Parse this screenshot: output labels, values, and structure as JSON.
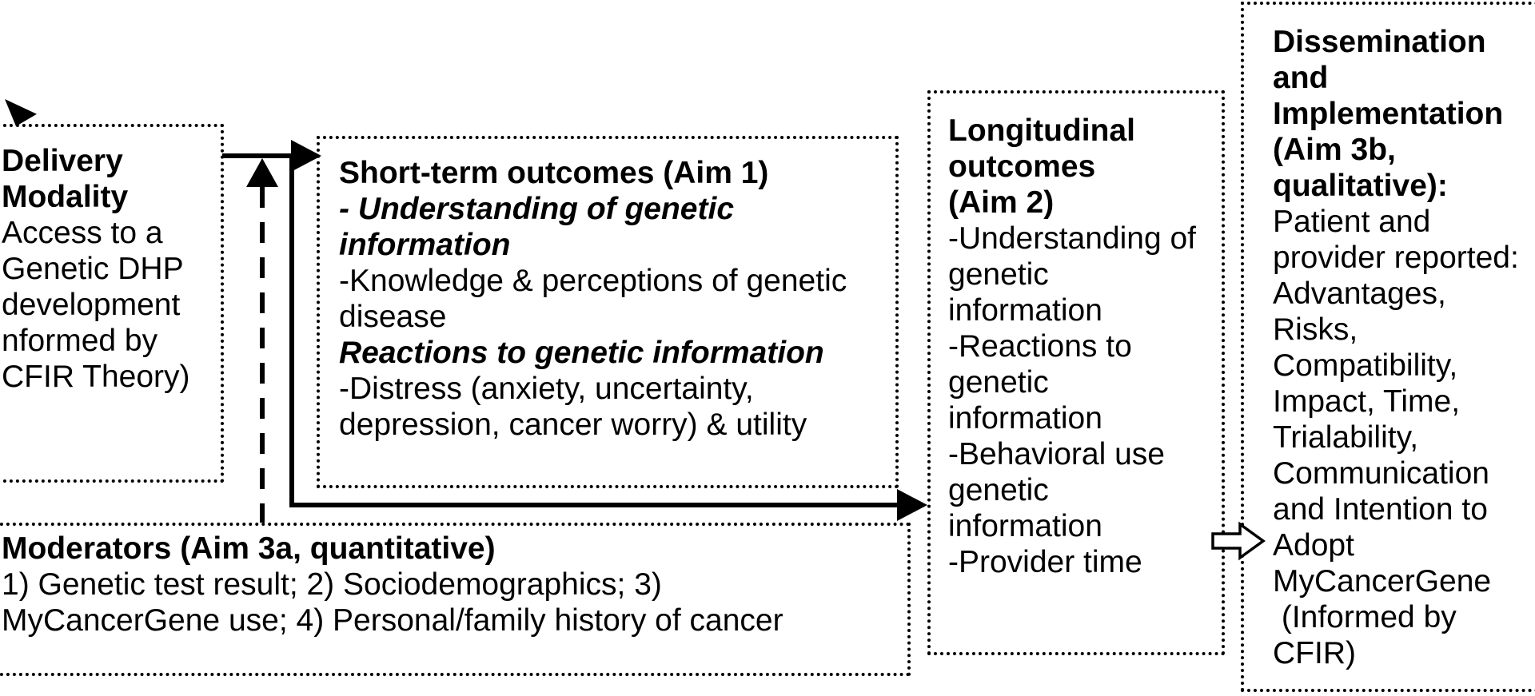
{
  "colors": {
    "ink": "#000000",
    "paper": "#ffffff"
  },
  "boxes": {
    "delivery": {
      "title": "Delivery Modality",
      "lines": [
        {
          "t": "Delivery",
          "s": "b"
        },
        {
          "t": "Modality",
          "s": "b"
        },
        {
          "t": "Access to a",
          "s": "r"
        },
        {
          "t": "Genetic DHP",
          "s": "r"
        },
        {
          "t": "development",
          "s": "r"
        },
        {
          "t": "nformed by",
          "s": "r"
        },
        {
          "t": "CFIR Theory)",
          "s": "r"
        }
      ]
    },
    "short_term": {
      "title": "Short-term outcomes (Aim 1)",
      "lines": [
        {
          "t": "Short-term outcomes (Aim 1)",
          "s": "b"
        },
        {
          "t": "- Understanding of genetic",
          "s": "bi"
        },
        {
          "t": "information",
          "s": "bi"
        },
        {
          "t": "-Knowledge & perceptions of genetic",
          "s": "r"
        },
        {
          "t": "disease",
          "s": "r"
        },
        {
          "t": "Reactions to genetic information",
          "s": "bi"
        },
        {
          "t": "-Distress (anxiety, uncertainty,",
          "s": "r"
        },
        {
          "t": "depression, cancer worry) & utility",
          "s": "r"
        }
      ]
    },
    "longitudinal": {
      "title": "Longitudinal outcomes (Aim 2)",
      "lines": [
        {
          "t": "Longitudinal",
          "s": "b"
        },
        {
          "t": "outcomes",
          "s": "b"
        },
        {
          "t": "(Aim 2)",
          "s": "b"
        },
        {
          "t": "-Understanding of",
          "s": "r"
        },
        {
          "t": "genetic",
          "s": "r"
        },
        {
          "t": "information",
          "s": "r"
        },
        {
          "t": "-Reactions to",
          "s": "r"
        },
        {
          "t": "genetic",
          "s": "r"
        },
        {
          "t": "information",
          "s": "r"
        },
        {
          "t": "-Behavioral use",
          "s": "r"
        },
        {
          "t": "genetic",
          "s": "r"
        },
        {
          "t": "information",
          "s": "r"
        },
        {
          "t": "-Provider time",
          "s": "r"
        }
      ]
    },
    "dissemination": {
      "title": "Dissemination and Implementation (Aim 3b, qualitative)",
      "lines": [
        {
          "t": "Dissemination",
          "s": "b"
        },
        {
          "t": "and",
          "s": "b"
        },
        {
          "t": "Implementation",
          "s": "b"
        },
        {
          "t": "(Aim 3b,",
          "s": "b"
        },
        {
          "t": "qualitative):",
          "s": "b"
        },
        {
          "t": "Patient and",
          "s": "r"
        },
        {
          "t": "provider reported:",
          "s": "r"
        },
        {
          "t": "Advantages,",
          "s": "r"
        },
        {
          "t": "Risks,",
          "s": "r"
        },
        {
          "t": "Compatibility,",
          "s": "r"
        },
        {
          "t": "Impact, Time,",
          "s": "r"
        },
        {
          "t": "Trialability,",
          "s": "r"
        },
        {
          "t": "Communication",
          "s": "r"
        },
        {
          "t": "and Intention to",
          "s": "r"
        },
        {
          "t": "Adopt",
          "s": "r"
        },
        {
          "t": "MyCancerGene",
          "s": "r"
        },
        {
          "t": " (Informed by",
          "s": "r"
        },
        {
          "t": "CFIR)",
          "s": "r"
        }
      ]
    },
    "moderators": {
      "title": "Moderators (Aim 3a, quantitative)",
      "lines": [
        {
          "t": "Moderators (Aim 3a, quantitative)",
          "s": "b"
        },
        {
          "t": "1) Genetic test result; 2) Sociodemographics; 3)",
          "s": "r"
        },
        {
          "t": "MyCancerGene use; 4) Personal/family history of cancer",
          "s": "r"
        }
      ]
    }
  },
  "arrows": {
    "delivery_to_short_term": "solid-right-arrow",
    "elbow_to_longitudinal": "solid-elbow-right-arrow",
    "moderators_dashed_up": "dashed-up-arrow",
    "feedback_top_left": "northwest-arrowhead",
    "longitudinal_to_dissemination": "hollow-block-right-arrow"
  }
}
